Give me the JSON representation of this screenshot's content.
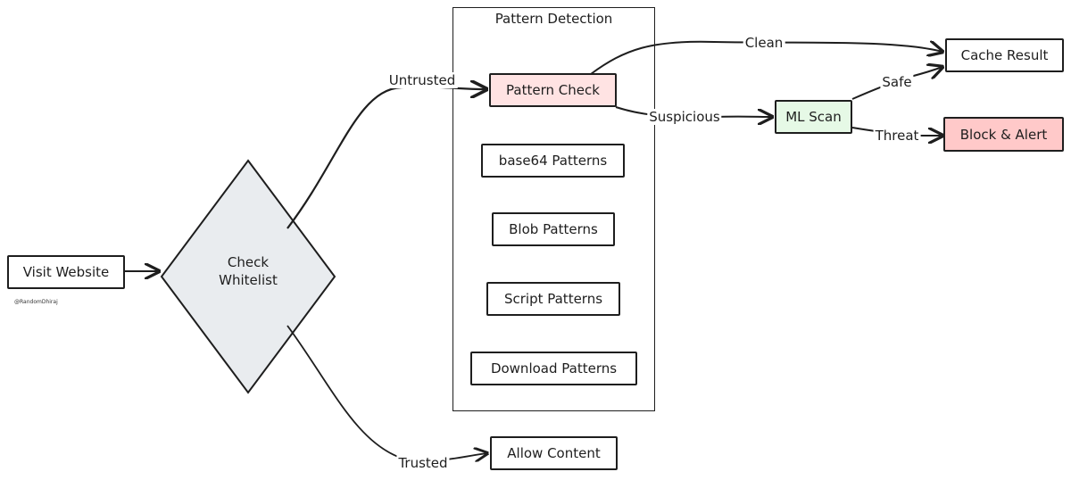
{
  "diagram": {
    "container": {
      "title": "Pattern Detection"
    },
    "nodes": {
      "visit": "Visit Website",
      "whitelist_line1": "Check",
      "whitelist_line2": "Whitelist",
      "pattern_check": "Pattern Check",
      "base64": "base64 Patterns",
      "blob": "Blob Patterns",
      "script": "Script Patterns",
      "download": "Download Patterns",
      "allow": "Allow Content",
      "ml_scan": "ML Scan",
      "cache": "Cache Result",
      "block": "Block & Alert"
    },
    "edges": {
      "untrusted": "Untrusted",
      "trusted": "Trusted",
      "clean": "Clean",
      "suspicious": "Suspicious",
      "safe": "Safe",
      "threat": "Threat"
    },
    "credit": "@RandomDhiraj",
    "colors": {
      "stroke": "#1e1e1e",
      "diamond_fill": "#e9ecef",
      "pattern_check_fill": "#ffe3e3",
      "ml_scan_fill": "#e6f9e6",
      "block_fill": "#ffc9c9"
    }
  }
}
